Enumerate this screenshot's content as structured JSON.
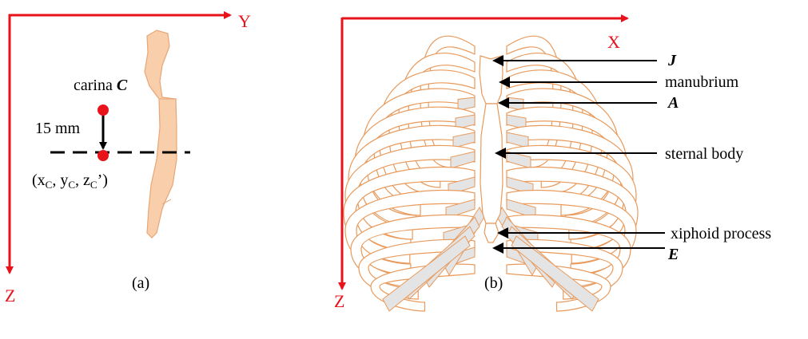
{
  "panel_a": {
    "axes": {
      "horizontal": "Y",
      "vertical": "Z"
    },
    "carina_label": "carina",
    "carina_symbol": "C",
    "offset_label": "15 mm",
    "coord_label": {
      "open": "(x",
      "sub1": "C",
      "sep1": ", y",
      "sub2": "C",
      "sep2": ", z",
      "sub3": "C",
      "close": "’)"
    },
    "caption": "(a)"
  },
  "panel_b": {
    "axes": {
      "horizontal": "X",
      "vertical": "Z"
    },
    "annotations": {
      "J": "J",
      "manubrium": "manubrium",
      "A": "A",
      "sternal_body": "sternal body",
      "xiphoid": "xiphoid process",
      "E": "E"
    },
    "caption": "(b)"
  },
  "colors": {
    "axis": "#e8121b",
    "point": "#e8121b",
    "bone_fill": "#f9ceaa",
    "rib_outline": "#e89a5c",
    "cartilage": "#e4e4e4",
    "text": "#000000"
  }
}
